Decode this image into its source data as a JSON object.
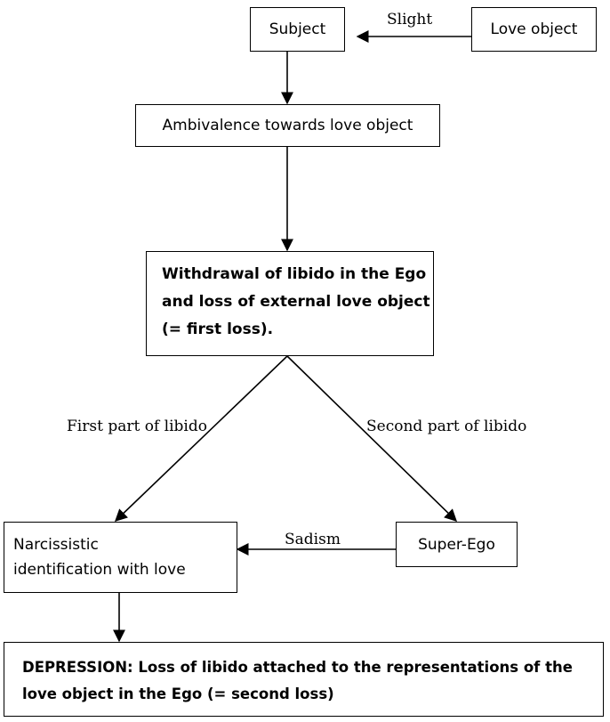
{
  "nodes": {
    "subject": "Subject",
    "love_object": "Love object",
    "ambivalence": "Ambivalence towards love object",
    "withdrawal": [
      "Withdrawal of libido in the Ego",
      "and loss of external love object",
      "(= first loss)."
    ],
    "narcissistic": [
      "Narcissistic",
      "identification with love"
    ],
    "superego": "Super-Ego",
    "depression": {
      "head": "DEPRESSION:",
      "line1": " Loss of libido attached to the representations of the",
      "line2": "love object in the Ego (= second loss)"
    }
  },
  "edges": {
    "slight": "Slight",
    "first_part": "First part of libido",
    "second_part": "Second part of libido",
    "sadism": "Sadism"
  }
}
